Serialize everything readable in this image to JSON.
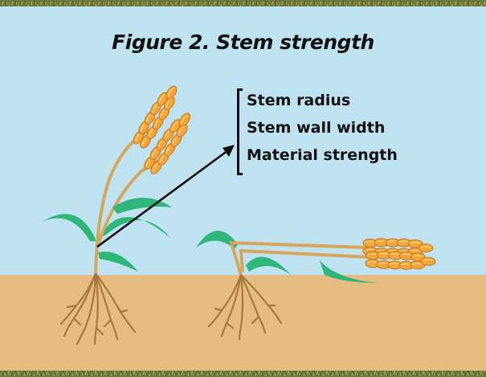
{
  "figure": {
    "title": "Figure 2.  Stem strength",
    "factors": [
      {
        "label": "Stem radius"
      },
      {
        "label": "Stem wall width"
      },
      {
        "label": "Material strength"
      }
    ]
  },
  "colors": {
    "sky": "#bfe3f1",
    "soil": "#e6bc80",
    "leaf": "#2fb67a",
    "stem": "#d6a65a",
    "grain": "#f3a73a",
    "root": "#a8793f",
    "text": "#111111"
  }
}
